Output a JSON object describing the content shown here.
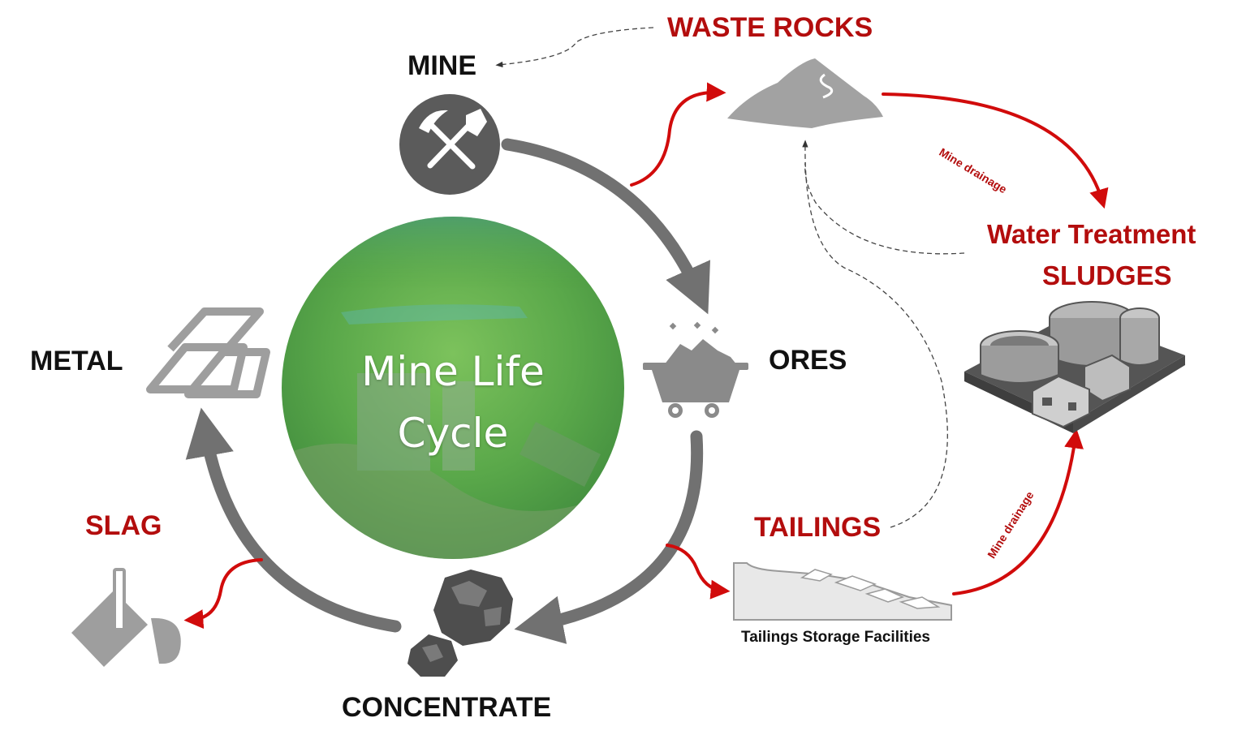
{
  "center": {
    "line1": "Mine Life",
    "line2": "Cycle"
  },
  "cycle": {
    "mine": "MINE",
    "ores": "ORES",
    "concentrate": "CONCENTRATE",
    "metal": "METAL"
  },
  "wastes": {
    "waste_rocks": "WASTE ROCKS",
    "tailings": "TAILINGS",
    "slag": "SLAG",
    "water_treatment": "Water Treatment",
    "sludges": "SLUDGES"
  },
  "annotations": {
    "mine_drainage_top": "Mine drainage",
    "mine_drainage_bottom": "Mine drainage",
    "tailings_storage": "Tailings Storage Facilities"
  },
  "colors": {
    "cycle_arrow": "#717171",
    "waste_flow": "#d10b0b",
    "label_red": "#b30d0d",
    "icon_gray": "#9e9e9e",
    "icon_dark": "#555555",
    "center_green": "#5aa84a"
  },
  "icons": [
    "pickaxe-shovel-icon",
    "ore-cart-icon",
    "rock-icon",
    "gold-bars-icon",
    "slag-ladle-icon",
    "waste-pile-icon",
    "tailings-dam-icon",
    "water-treatment-plant-icon"
  ]
}
